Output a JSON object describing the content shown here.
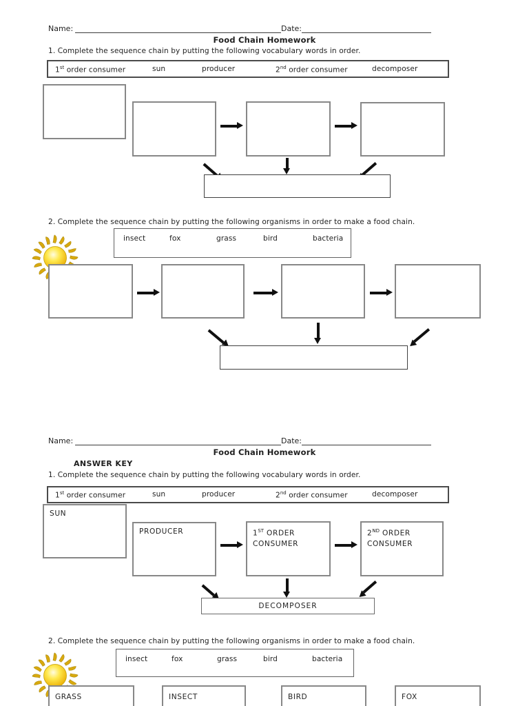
{
  "colors": {
    "arrow": "#111111",
    "box_border": "#878787",
    "wordbox_border": "#4a4a4a",
    "text": "#1f1f1f",
    "sun_yellow": "#ffe94f",
    "sun_ray": "#d8a90f"
  },
  "icons": {
    "sun": "sun-clipart"
  },
  "page1": {
    "name_label": "Name:",
    "date_label": "Date:",
    "title": "Food Chain Homework",
    "q1_prompt": "1. Complete the sequence chain by putting the following vocabulary words in order.",
    "q1_word_bank": {
      "word1_base": "1",
      "word1_sup": "st",
      "word1_rest": " order consumer",
      "word2": "sun",
      "word3": "producer",
      "word4_base": "2",
      "word4_sup": "nd",
      "word4_rest": " order consumer",
      "word5": "decomposer"
    },
    "q2_prompt": "2. Complete the sequence chain by putting the following organisms in order to make a food chain.",
    "q2_word_bank": {
      "word1": "insect",
      "word2": "fox",
      "word3": "grass",
      "word4": "bird",
      "word5": "bacteria"
    }
  },
  "page2": {
    "name_label": "Name:",
    "date_label": "Date:",
    "title": "Food Chain Homework",
    "answer_key_label": "ANSWER KEY",
    "q1_prompt": "1. Complete the sequence chain by putting the following vocabulary words in order.",
    "q1_word_bank": {
      "word1_base": "1",
      "word1_sup": "st",
      "word1_rest": " order consumer",
      "word2": "sun",
      "word3": "producer",
      "word4_base": "2",
      "word4_sup": "nd",
      "word4_rest": " order consumer",
      "word5": "decomposer"
    },
    "q1_answers": {
      "box1": "SUN",
      "box2": "PRODUCER",
      "box3_base": "1",
      "box3_sup": "ST",
      "box3_rest": " ORDER",
      "box3_line2": "CONSUMER",
      "box4_base": "2",
      "box4_sup": "ND",
      "box4_rest": " ORDER",
      "box4_line2": "CONSUMER",
      "decomposer": "DECOMPOSER"
    },
    "q2_prompt": "2. Complete the sequence chain by putting the following organisms in order to make a food chain.",
    "q2_word_bank": {
      "word1": "insect",
      "word2": "fox",
      "word3": "grass",
      "word4": "bird",
      "word5": "bacteria"
    },
    "q2_answers": {
      "box1": "GRASS",
      "box2": "INSECT",
      "box3": "BIRD",
      "box4": "FOX"
    }
  }
}
